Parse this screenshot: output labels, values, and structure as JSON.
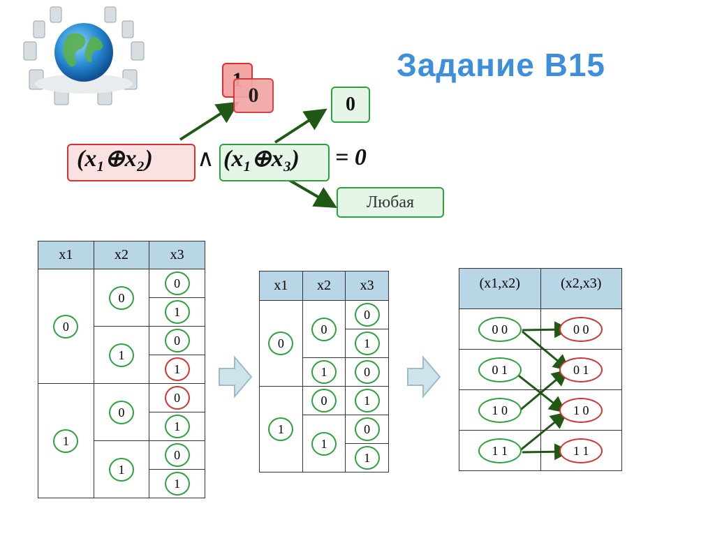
{
  "title": "Задание B15",
  "formula": {
    "term1": "(x₁⊕x₂)",
    "op": "∧",
    "term2": "(x₁⊕x₃)",
    "rhs": "= 0",
    "box_red_back": "1",
    "box_red_front": "0",
    "box_green_top": "0",
    "box_green_bottom": "Любая"
  },
  "table1": {
    "headers": [
      "x1",
      "x2",
      "x3"
    ],
    "x1": [
      "0",
      "1"
    ],
    "x2": [
      "0",
      "1",
      "0",
      "1"
    ],
    "x3": [
      "0",
      "1",
      "0",
      "1",
      "0",
      "1",
      "0",
      "1"
    ],
    "x3_red": [
      false,
      false,
      false,
      true,
      true,
      false,
      false,
      false
    ]
  },
  "table2": {
    "headers": [
      "x1",
      "x2",
      "x3"
    ],
    "x1": [
      "0",
      "1"
    ],
    "x2": [
      "0",
      "1",
      "0",
      "1"
    ],
    "x3": [
      "0",
      "1",
      "0",
      "1",
      "0",
      "1"
    ]
  },
  "table3": {
    "headers": [
      "(x1,x2)",
      "(x2,x3)"
    ],
    "left": [
      "0 0",
      "0 1",
      "1 0",
      "1 1"
    ],
    "right": [
      "0 0",
      "0 1",
      "1 0",
      "1 1"
    ]
  },
  "colors": {
    "title": "#3b8fdc",
    "green": "#2aa33c",
    "red": "#d93030",
    "arrow": "#1f5a14",
    "header_bg": "#b9d6e6"
  }
}
